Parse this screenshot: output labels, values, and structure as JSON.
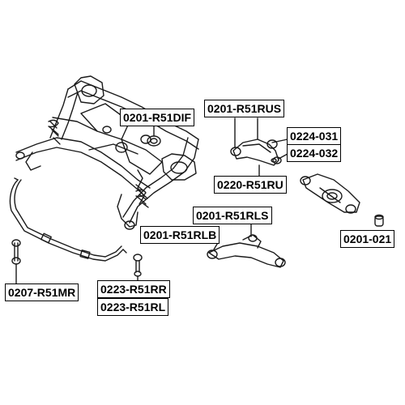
{
  "labels": {
    "p0201_r51dif": "0201-R51DIF",
    "p0201_r51rus": "0201-R51RUS",
    "p0224_031": "0224-031",
    "p0224_032": "0224-032",
    "p0220_r51ru": "0220-R51RU",
    "p0201_r51rls": "0201-R51RLS",
    "p0201_r51rlb": "0201-R51RLB",
    "p0201_021": "0201-021",
    "p0207_r51mr": "0207-R51MR",
    "p0223_r51rr": "0223-R51RR",
    "p0223_r51rl": "0223-R51RL"
  }
}
